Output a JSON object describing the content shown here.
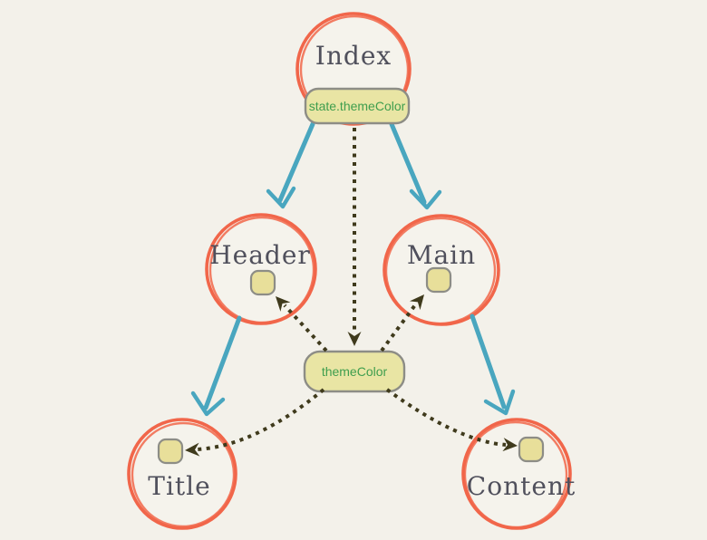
{
  "diagram": {
    "description": "Component tree showing themeColor state passed down as props",
    "background": "#f3f1ea"
  },
  "colors": {
    "node_stroke": "#f1664a",
    "node_text": "#50505c",
    "tree_edge": "#49a6bf",
    "flow_edge": "#3f3a1c",
    "badge_fill": "#e9e5a4",
    "badge_stroke": "#8d8d86",
    "badge_text": "#3f9e4e",
    "slot_fill": "#e8df9a"
  },
  "nodes": {
    "index": {
      "label": "Index"
    },
    "header": {
      "label": "Header"
    },
    "main": {
      "label": "Main"
    },
    "title": {
      "label": "Title"
    },
    "content": {
      "label": "Content"
    }
  },
  "badges": {
    "state": {
      "label": "state.themeColor"
    },
    "prop": {
      "label": "themeColor"
    }
  }
}
